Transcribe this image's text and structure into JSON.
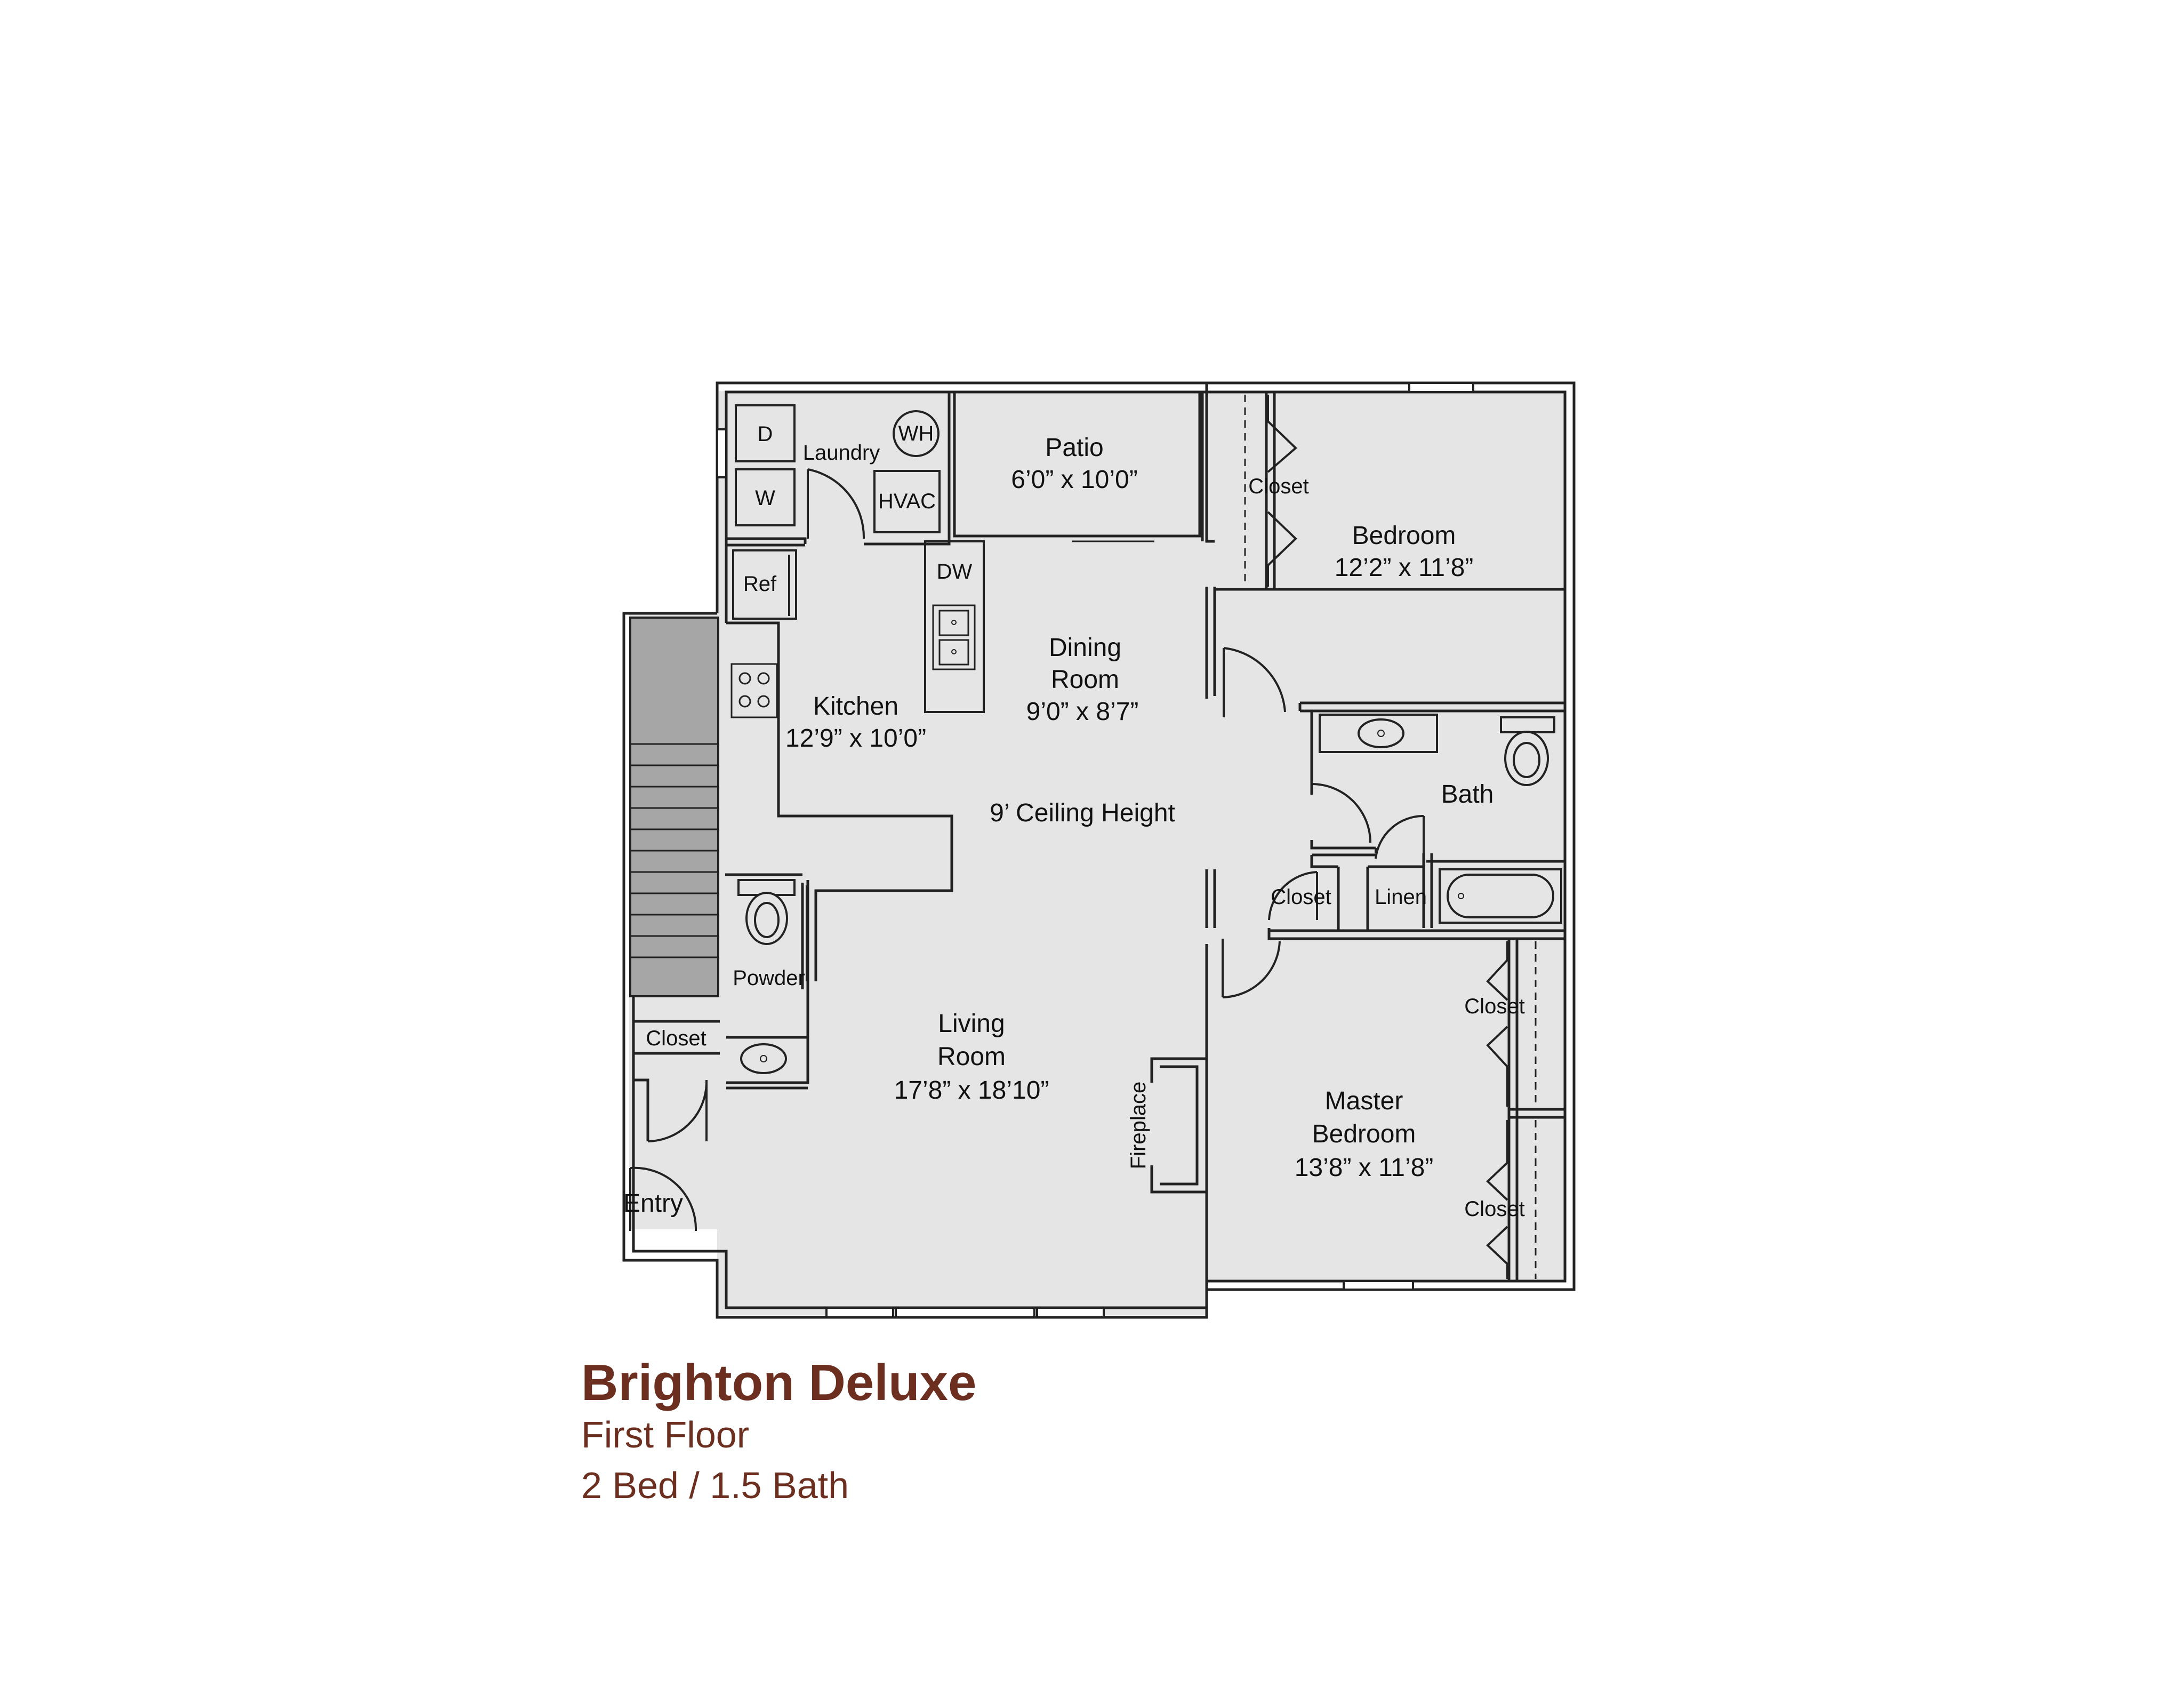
{
  "plan": {
    "title": "Brighton Deluxe",
    "floor": "First Floor",
    "beds_baths": "2 Bed / 1.5 Bath"
  },
  "rooms": {
    "patio": {
      "name": "Patio",
      "size": "6’0” x 10’0”"
    },
    "bedroom": {
      "name": "Bedroom",
      "size": "12’2” x 11’8”"
    },
    "dining": {
      "name_line1": "Dining",
      "name_line2": "Room",
      "size": "9’0” x 8’7”"
    },
    "kitchen": {
      "name": "Kitchen",
      "size": "12’9” x 10’0”"
    },
    "bath": {
      "name": "Bath"
    },
    "living": {
      "name_line1": "Living",
      "name_line2": "Room",
      "size": "17’8” x 18’10”"
    },
    "master": {
      "name_line1": "Master",
      "name_line2": "Bedroom",
      "size": "13’8” x 11’8”"
    },
    "laundry": {
      "name": "Laundry"
    },
    "powder": {
      "name": "Powder"
    },
    "entry": {
      "name": "Entry"
    }
  },
  "fixtures": {
    "dryer": "D",
    "washer": "W",
    "water_heater": "WH",
    "hvac": "HVAC",
    "dishwasher": "DW",
    "refrigerator": "Ref",
    "fireplace": "Fireplace",
    "linen": "Linen",
    "closet": "Closet"
  },
  "ceiling": "9’ Ceiling Height",
  "colors": {
    "floor_fill": "#e5e5e5",
    "wall": "#222222",
    "stairs": "#a6a6a6",
    "title": "#6b2e1f"
  }
}
